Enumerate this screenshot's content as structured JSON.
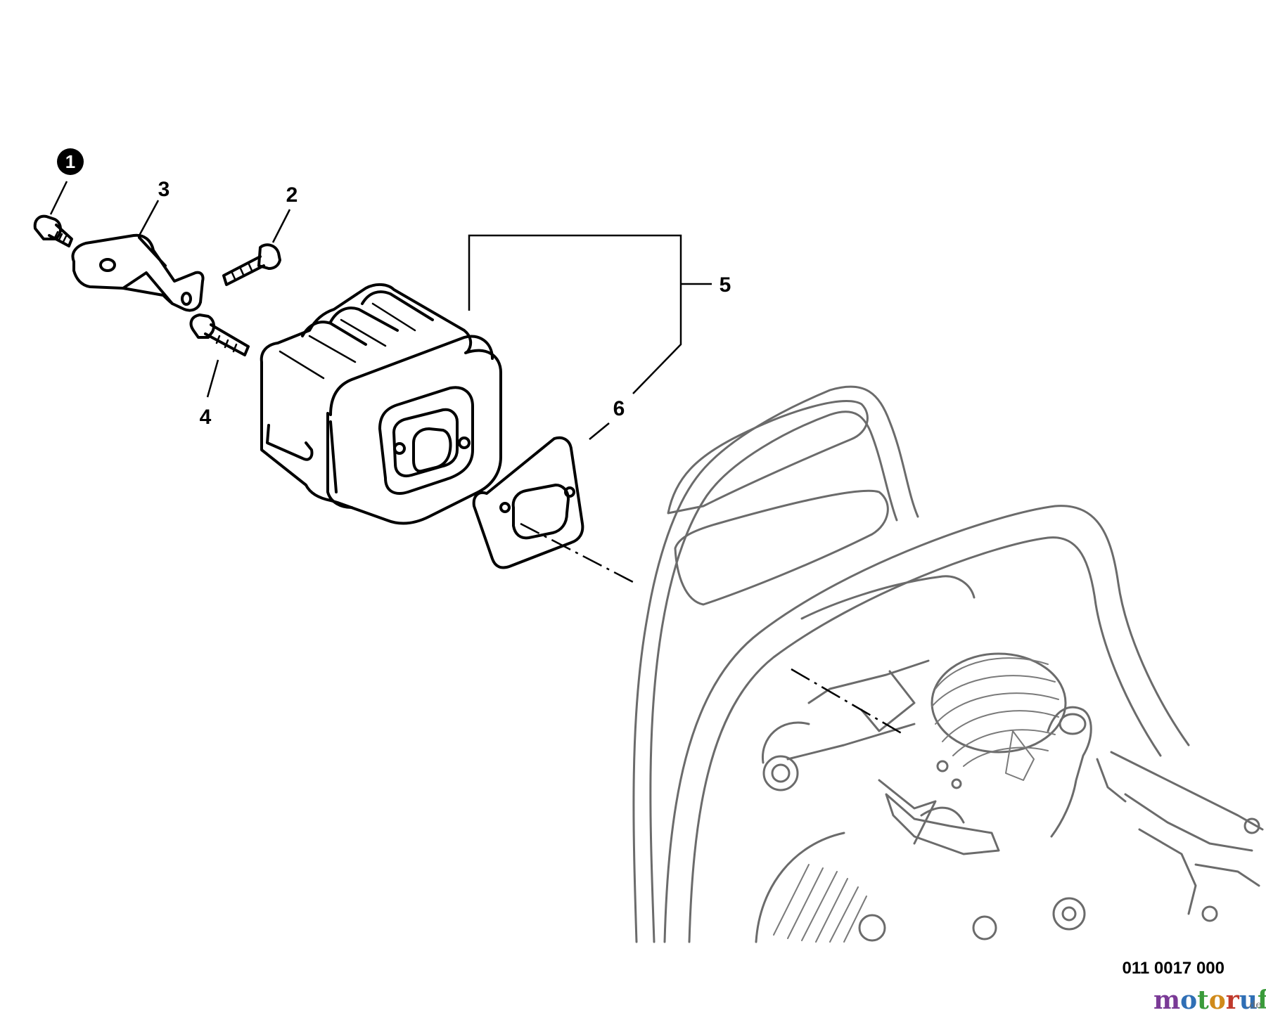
{
  "callouts": [
    {
      "label": "1",
      "highlighted": true
    },
    {
      "label": "2"
    },
    {
      "label": "3"
    },
    {
      "label": "4"
    },
    {
      "label": "5"
    },
    {
      "label": "6"
    }
  ],
  "drawing_number": "011 0017 000",
  "watermark": {
    "letters": [
      "m",
      "o",
      "t",
      "o",
      "r",
      "u",
      "f"
    ],
    "letter_colors": [
      "#7a3a96",
      "#2f6fb5",
      "#3a9b3a",
      "#d08a1a",
      "#c0392b",
      "#2f6fb5",
      "#3a9b3a"
    ],
    "suffix": ".de"
  }
}
